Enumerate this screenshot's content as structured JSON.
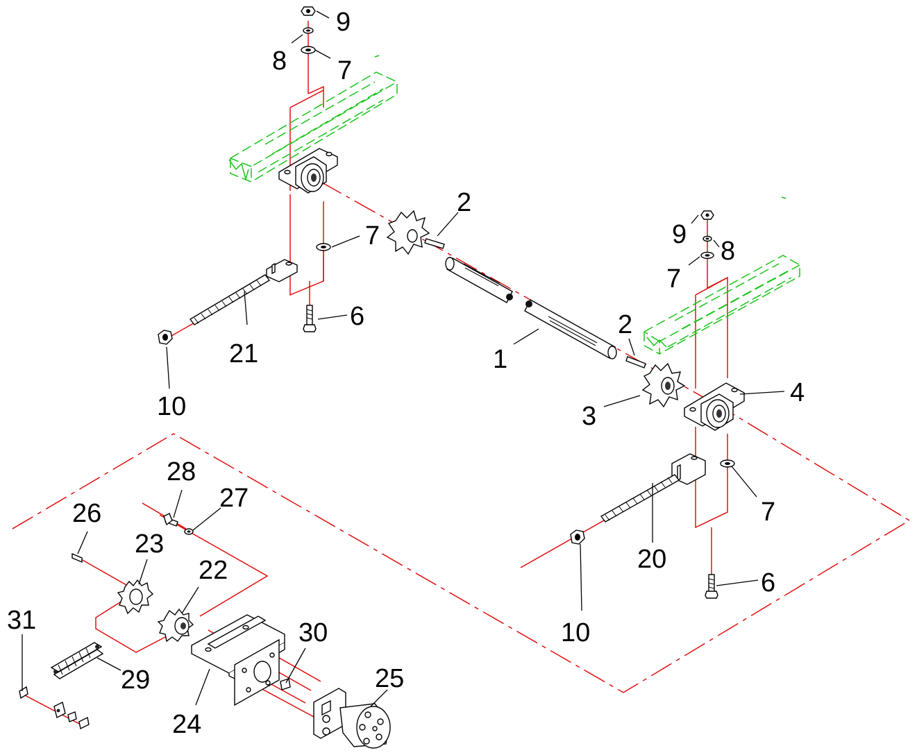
{
  "callouts": {
    "c1": "1",
    "c2a": "2",
    "c2b": "2",
    "c3": "3",
    "c4": "4",
    "c6a": "6",
    "c6b": "6",
    "c7a": "7",
    "c7b": "7",
    "c7c": "7",
    "c7d": "7",
    "c8a": "8",
    "c8b": "8",
    "c9a": "9",
    "c9b": "9",
    "c10a": "10",
    "c10b": "10",
    "c20": "20",
    "c21": "21",
    "c22": "22",
    "c23": "23",
    "c24": "24",
    "c25": "25",
    "c26": "26",
    "c27": "27",
    "c28": "28",
    "c29": "29",
    "c30": "30",
    "c31": "31"
  },
  "colors": {
    "assembly_lines": "#e00000",
    "frame_phantom": "#18c418",
    "parts": "#000000"
  }
}
